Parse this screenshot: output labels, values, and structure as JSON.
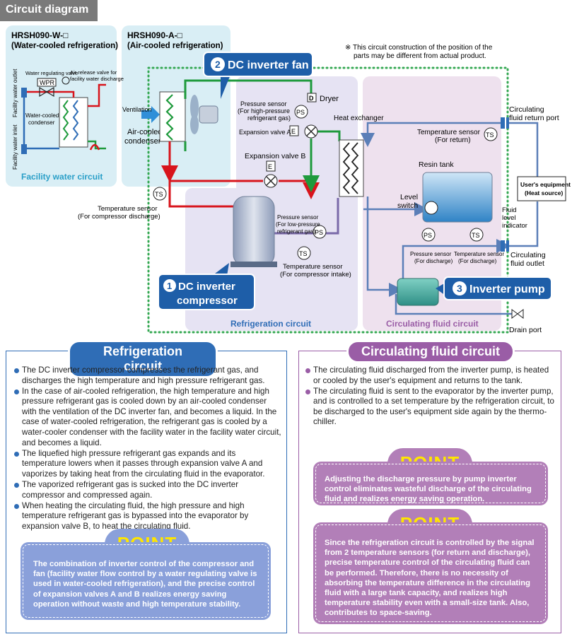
{
  "header": {
    "title": "Circuit diagram"
  },
  "models": {
    "water": {
      "name": "HRSH090-W-□",
      "sub": "(Water-cooled refrigeration)"
    },
    "air": {
      "name": "HRSH090-A-□",
      "sub": "(Air-cooled refrigeration)"
    }
  },
  "note": {
    "line1": "※ This circuit construction of the position of the",
    "line2": "parts may be different from actual product."
  },
  "water_panel": {
    "wrv": "Water regulating valve",
    "wpr": "WPR",
    "arv1": "Air release valve for",
    "arv2": "facility water discharge",
    "outlet": "Facility water outlet",
    "inlet": "Facility water inlet",
    "condenser1": "Water-cooled",
    "condenser2": "condenser",
    "circuit": "Facility water circuit"
  },
  "air_panel": {
    "ventilation": "Ventilation",
    "condenser1": "Air-cooled",
    "condenser2": "condenser"
  },
  "callouts": {
    "fan": {
      "num": "2",
      "label": "DC inverter fan"
    },
    "compressor": {
      "num": "1",
      "line1": "DC inverter",
      "line2": "compressor"
    },
    "pump": {
      "num": "3",
      "label": "Inverter pump"
    }
  },
  "diagram": {
    "dryer": "Dryer",
    "dryer_sym": "D",
    "ps_sym": "PS",
    "ts_sym": "TS",
    "e_sym": "E",
    "ps_high1": "Pressure sensor",
    "ps_high2": "(For high-pressure",
    "ps_high3": "refrigerant gas)",
    "exp_a": "Expansion valve A",
    "exp_b": "Expansion valve B",
    "heat_exchanger": "Heat exchanger",
    "ts_discharge1": "Temperature sensor",
    "ts_discharge2": "(For compressor discharge)",
    "ps_low1": "Pressure sensor",
    "ps_low2": "(For low-pressure",
    "ps_low3": "refrigerant gas)",
    "ts_intake1": "Temperature sensor",
    "ts_intake2": "(For compressor intake)",
    "return_port1": "Circulating",
    "return_port2": "fluid return port",
    "ts_return1": "Temperature sensor",
    "ts_return2": "(For return)",
    "resin_tank": "Resin tank",
    "level1": "Level",
    "level2": "switch",
    "users1": "User's equipment",
    "users2": "(Heat source)",
    "fli1": "Fluid",
    "fli2": "level",
    "fli3": "indicator",
    "ps_dis1": "Pressure sensor",
    "ps_dis2": "(For discharge)",
    "ts_dis1": "Temperature sensor",
    "ts_dis2": "(For discharge)",
    "outlet1": "Circulating",
    "outlet2": "fluid outlet",
    "drain": "Drain port",
    "refrig_label": "Refrigeration circuit",
    "circ_label": "Circulating fluid circuit"
  },
  "refrigeration": {
    "title": "Refrigeration circuit",
    "bullets": [
      "The DC inverter compressor compresses the refrigerant gas, and discharges the high temperature and high pressure refrigerant gas.",
      "In the case of air-cooled refrigeration, the high temperature and high pressure refrigerant gas is cooled down by an air-cooled condenser with the ventilation of the DC inverter fan, and becomes a liquid. In the case of water-cooled refrigeration, the refrigerant gas is cooled by a water-cooler condenser with the facility water in the facility water circuit, and becomes a liquid.",
      "The liquefied high pressure refrigerant gas expands and its temperature lowers when it passes through expansion valve A and vaporizes by taking heat from the circulating fluid in the evaporator.",
      "The vaporized refrigerant gas is sucked into the DC inverter compressor and compressed again.",
      "When heating the circulating fluid, the high pressure and high temperature refrigerant gas is bypassed into the evaporator by expansion valve B, to heat the circulating fluid."
    ],
    "point_word": "POINT",
    "point_text": "The combination of inverter control of the compressor and fan (facility water flow control by a water regulating valve is used in water-cooled refrigeration), and the precise control of expansion valves A and B realizes energy saving operation without waste and high temperature stability."
  },
  "circulating": {
    "title": "Circulating fluid circuit",
    "bullets": [
      "The circulating fluid discharged from the inverter pump, is heated or cooled by the user's equipment and returns to the tank.",
      "The circulating fluid is sent to the evaporator by the inverter pump, and is controlled to a set temperature by the refrigeration circuit, to be discharged to the user's equipment side again by the thermo-chiller."
    ],
    "point1_word": "POINT",
    "point1_text": "Adjusting the discharge pressure by pump inverter control eliminates wasteful discharge of the circulating fluid and realizes energy saving operation.",
    "point2_word": "POINT",
    "point2_text": "Since the refrigeration circuit is controlled by the signal from 2 temperature sensors (for return and discharge), precise temperature control of the circulating fluid can be performed. Therefore, there is no necessity of absorbing the temperature difference in the circulating fluid with a large tank capacity, and realizes high temperature stability even with a small-size tank. Also, contributes to space-saving."
  },
  "colors": {
    "refrig_blue": "#2f6db6",
    "circ_purple": "#9a5da6",
    "callout_blue": "#1e5ea8",
    "pipe_red": "#d8141c",
    "pipe_green": "#1e9a3c",
    "pipe_fluid": "#5b7fb8"
  }
}
